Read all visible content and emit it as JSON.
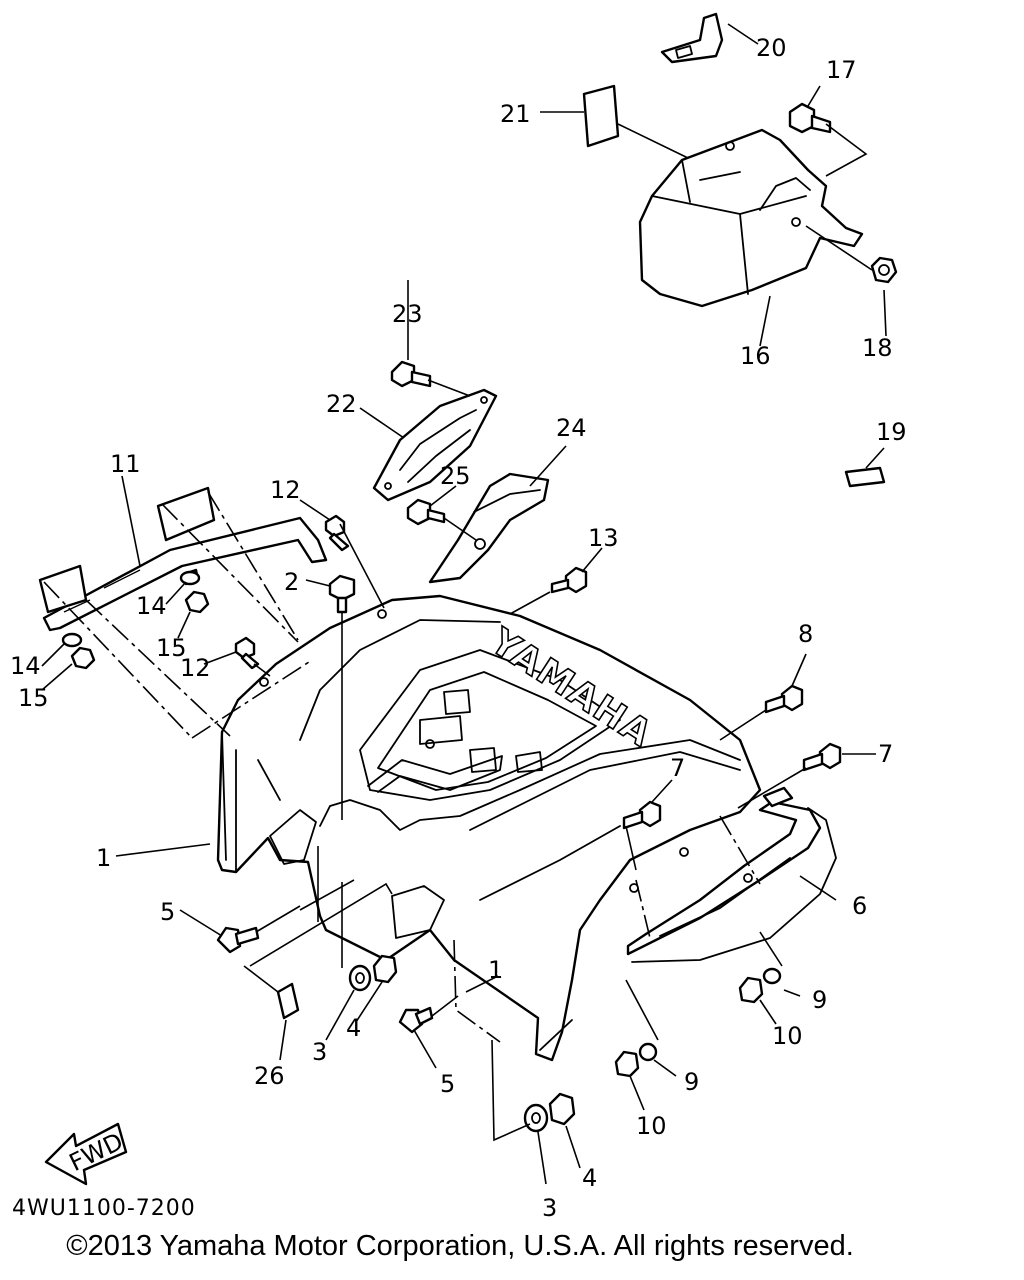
{
  "diagram_code": "4WU1100-7200",
  "copyright": "©2013 Yamaha Motor Corporation, U.S.A. All rights reserved.",
  "fwd_label": "FWD",
  "fender_brand": "YAMAHA",
  "callouts": {
    "c1": "1",
    "c1b": "1",
    "c2": "2",
    "c3a": "3",
    "c3b": "3",
    "c4a": "4",
    "c4b": "4",
    "c5a": "5",
    "c5b": "5",
    "c6": "6",
    "c7a": "7",
    "c7b": "7",
    "c8": "8",
    "c9a": "9",
    "c9b": "9",
    "c10a": "10",
    "c10b": "10",
    "c11": "11",
    "c12a": "12",
    "c12b": "12",
    "c13": "13",
    "c14a": "14",
    "c14b": "14",
    "c15a": "15",
    "c15b": "15",
    "c16": "16",
    "c17": "17",
    "c18": "18",
    "c19": "19",
    "c20": "20",
    "c21": "21",
    "c22": "22",
    "c23": "23",
    "c24": "24",
    "c25": "25",
    "c26": "26"
  }
}
